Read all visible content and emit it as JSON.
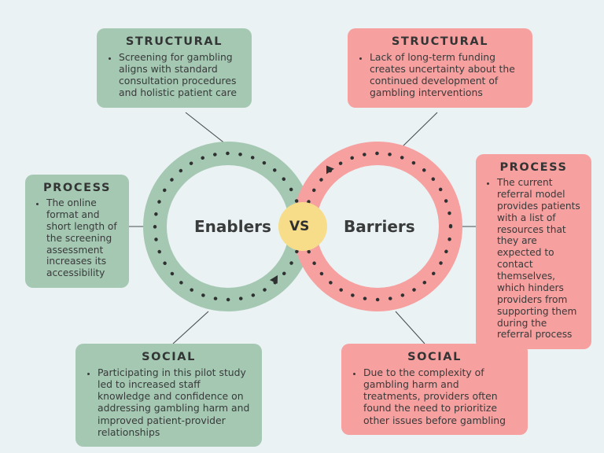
{
  "theme": {
    "background": "#eaf2f4",
    "enabler_color": "#a5c8b3",
    "barrier_color": "#f6a0a0",
    "center_color": "#f7dd8a",
    "text_color": "#383a3a",
    "line_color": "#4a4f4f",
    "dot_color": "#2f3131"
  },
  "center": {
    "vs_label": "VS",
    "left_label": "Enablers",
    "right_label": "Barriers"
  },
  "cards": {
    "structural_enabler": {
      "heading": "STRUCTURAL",
      "bullets": [
        "Screening for gambling aligns with standard consultation procedures and holistic patient care"
      ]
    },
    "structural_barrier": {
      "heading": "STRUCTURAL",
      "bullets": [
        "Lack of long-term funding creates uncertainty about the continued development of gambling interventions"
      ]
    },
    "process_enabler": {
      "heading": "PROCESS",
      "bullets": [
        "The online format and short length of the screening assessment increases its accessibility"
      ]
    },
    "process_barrier": {
      "heading": "PROCESS",
      "bullets": [
        "The current referral model provides patients with a list of resources that they are expected to contact themselves, which hinders providers from supporting them during the referral process"
      ]
    },
    "social_enabler": {
      "heading": "SOCIAL",
      "bullets": [
        "Participating in this pilot study led to increased staff knowledge and confidence on addressing gambling harm and improved patient-provider relationships"
      ]
    },
    "social_barrier": {
      "heading": "SOCIAL",
      "bullets": [
        "Due to the complexity of gambling harm and treatments, providers often found the need to prioritize other issues before gambling"
      ]
    }
  }
}
